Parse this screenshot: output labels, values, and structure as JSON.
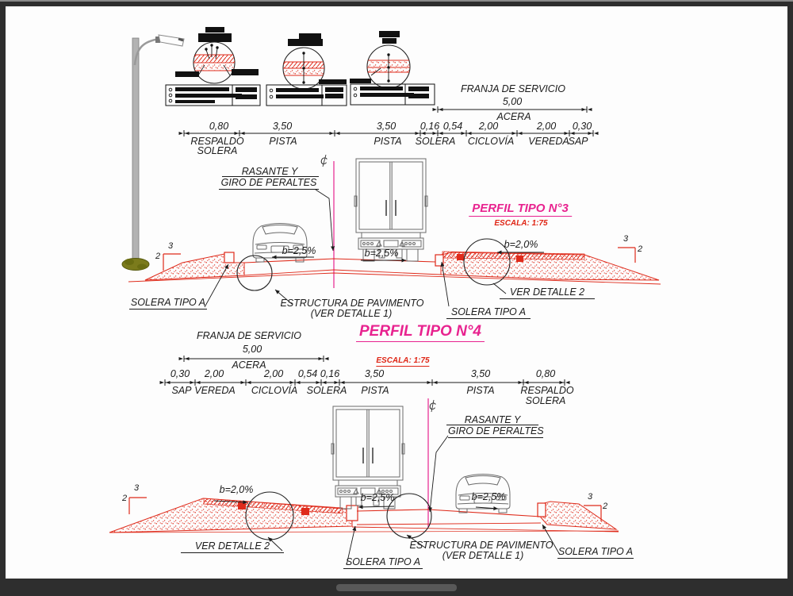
{
  "colors": {
    "red": "#df2b1b",
    "magenta": "#e8238f",
    "ink": "#1b1b1b",
    "vehicle_gray": "#6a6a6a"
  },
  "centerline_symbol": "C",
  "slope_ratio": {
    "num": "3",
    "den": "2"
  },
  "p3": {
    "title": "PERFIL TIPO N°3",
    "escala": "ESCALA: 1:75",
    "franja": "FRANJA DE SERVICIO",
    "acera_value": "5,00",
    "acera_label": "ACERA",
    "values": [
      "0,80",
      "3,50",
      "3,50",
      "0,16",
      "0,54",
      "2,00",
      "2,00",
      "0,30"
    ],
    "labels": [
      "RESPALDO",
      "SOLERA",
      "PISTA",
      "PISTA",
      "SOLERA",
      "CICLOVÍA",
      "VEREDA",
      "SAP"
    ],
    "rasante_line1": "RASANTE Y",
    "rasante_line2": "GIRO DE PERALTES",
    "slope_left": "b=2,5%",
    "slope_right": "b=2,5%",
    "slope_berm": "b=2,0%",
    "callout_solera_left": "SOLERA TIPO A",
    "callout_estructura_1": "ESTRUCTURA DE PAVIMENTO",
    "callout_estructura_2": "(VER DETALLE 1)",
    "callout_detalle": "VER DETALLE 2",
    "callout_solera_right": "SOLERA TIPO A"
  },
  "p4": {
    "title": "PERFIL TIPO N°4",
    "escala": "ESCALA: 1:75",
    "franja": "FRANJA DE SERVICIO",
    "acera_value": "5,00",
    "acera_label": "ACERA",
    "values": [
      "0,30",
      "2,00",
      "2,00",
      "0,54",
      "0,16",
      "3,50",
      "3,50",
      "0,80"
    ],
    "labels": [
      "SAP",
      "VEREDA",
      "CICLOVÍA",
      "SOLERA",
      "PISTA",
      "PISTA",
      "RESPALDO",
      "SOLERA"
    ],
    "rasante_line1": "RASANTE Y",
    "rasante_line2": "GIRO DE PERALTES",
    "slope_berm": "b=2,0%",
    "slope_truck": "b=2,5%",
    "slope_car": "b=2,5%",
    "callout_detalle": "VER DETALLE 2",
    "callout_solera_center": "SOLERA TIPO A",
    "callout_estructura_1": "ESTRUCTURA DE PAVIMENTO",
    "callout_estructura_2": "(VER DETALLE 1)",
    "callout_solera_right": "SOLERA TIPO A"
  }
}
